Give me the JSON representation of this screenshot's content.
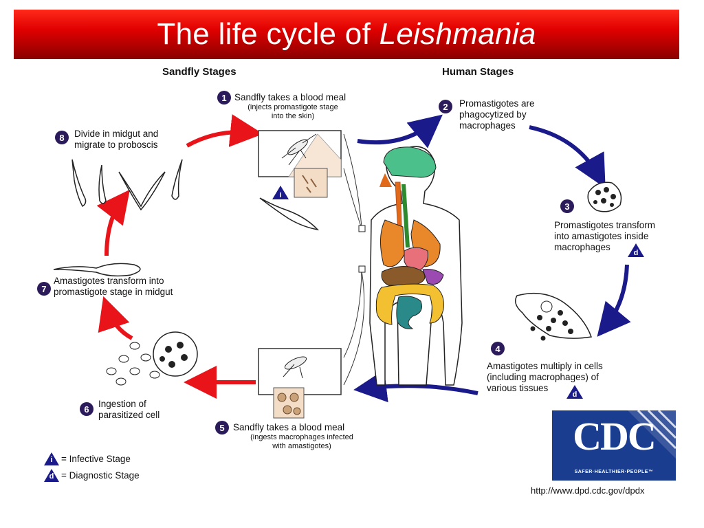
{
  "title": {
    "main": "The life cycle of ",
    "italic": "Leishmania"
  },
  "headings": {
    "sandfly": "Sandfly Stages",
    "human": "Human Stages"
  },
  "steps": [
    {
      "num": "1",
      "text": "Sandfly takes a blood meal",
      "sub": "(injects promastigote stage\ninto the skin)"
    },
    {
      "num": "2",
      "text": "Promastigotes are\nphagocytized by\nmacrophages",
      "sub": ""
    },
    {
      "num": "3",
      "text": "Promastigotes transform\ninto amastigotes inside\nmacrophages",
      "sub": ""
    },
    {
      "num": "4",
      "text": "Amastigotes multiply in cells\n(including macrophages) of\nvarious tissues",
      "sub": ""
    },
    {
      "num": "5",
      "text": "Sandfly takes a blood meal",
      "sub": "(ingests macrophages infected\nwith amastigotes)"
    },
    {
      "num": "6",
      "text": "Ingestion of\nparasitized cell",
      "sub": ""
    },
    {
      "num": "7",
      "text": "Amastigotes transform into\npromastigote stage in midgut",
      "sub": ""
    },
    {
      "num": "8",
      "text": "Divide in midgut and\nmigrate to proboscis",
      "sub": ""
    }
  ],
  "legend": [
    {
      "symbol": "i",
      "label": "= Infective Stage"
    },
    {
      "symbol": "d",
      "label": "= Diagnostic Stage"
    }
  ],
  "markers": {
    "infective": "i",
    "diagnostic": "d"
  },
  "logo": {
    "text": "CDC",
    "tagline": "SAFER·HEALTHIER·PEOPLE™"
  },
  "url": "http://www.dpd.cdc.gov/dpdx",
  "colors": {
    "sandfly_arrow": "#e8141a",
    "human_arrow": "#1a1a8a",
    "number_badge": "#2b1b5a",
    "title_bar": "#e00000"
  }
}
